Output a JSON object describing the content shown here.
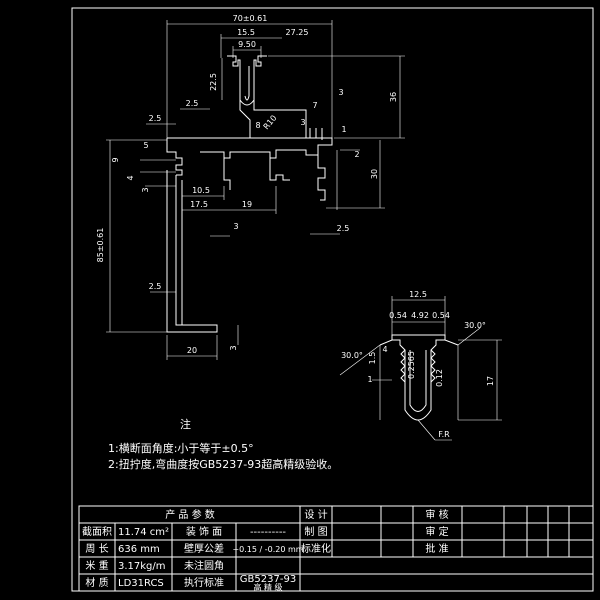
{
  "colors": {
    "background": "#000000",
    "line": "#ffffff",
    "dimension": "#ffffff"
  },
  "drawing": {
    "main_dims": {
      "overall_width": "70±0.61",
      "top_left_w": "15.5",
      "top_right_w": "27.25",
      "slot_w": "9.50",
      "slot_h": "22.5",
      "left_step": "2.5",
      "left_top": "2.5",
      "angle_8": "8",
      "radius_r10": "R10",
      "right_7": "7",
      "right_3a": "3",
      "right_3b": "3",
      "right_1": "1",
      "height_36": "36",
      "left_5": "5",
      "left_9": "9",
      "left_4": "4",
      "left_3": "3",
      "right_2": "2",
      "height_30": "30",
      "w_10_5": "10.5",
      "w_17_5": "17.5",
      "w_19": "19",
      "bottom_3": "3",
      "bottom_2_5": "2.5",
      "overall_height": "85±0.61",
      "stem_2_5": "2.5",
      "foot_20": "20",
      "foot_3": "3"
    },
    "detail_dims": {
      "top_w": "12.5",
      "d_054a": "0.54",
      "d_492": "4.92",
      "d_054b": "0.54",
      "angle_r": "30.0°",
      "angle_l": "30.0°",
      "d_15": "1.5",
      "d_4": "4",
      "d_2565": "0.2565",
      "d_012": "0.12",
      "d_1": "1",
      "d_17": "17",
      "radius": "F.R"
    },
    "notes_title": "注",
    "notes": [
      "1:横断面角度:小于等于±0.5°",
      "2:扭拧度,弯曲度按GB5237-93超高精级验收。"
    ]
  },
  "title_block": {
    "header_product": "产    品    参    数",
    "header_design": "设 计",
    "header_review": "审 核",
    "r1": {
      "label": "截面积",
      "value": "11.74 cm²",
      "label2": "装 饰 面",
      "value2": "----------",
      "label3": "制 图",
      "label4": "审 定"
    },
    "r2": {
      "label": "周 长",
      "value": "636  mm",
      "label2": "壁厚公差",
      "value2": "+0.15 / -0.20 mm",
      "label3": "标准化",
      "label4": "批 准"
    },
    "r3": {
      "label": "米 重",
      "value": "3.17kg/m",
      "label2": "未注圆角",
      "value2": ""
    },
    "r4": {
      "label": "材 质",
      "value": "LD31RCS",
      "label2": "执行标准",
      "value2": "GB5237-93",
      "value2b": "高 精 级"
    }
  }
}
